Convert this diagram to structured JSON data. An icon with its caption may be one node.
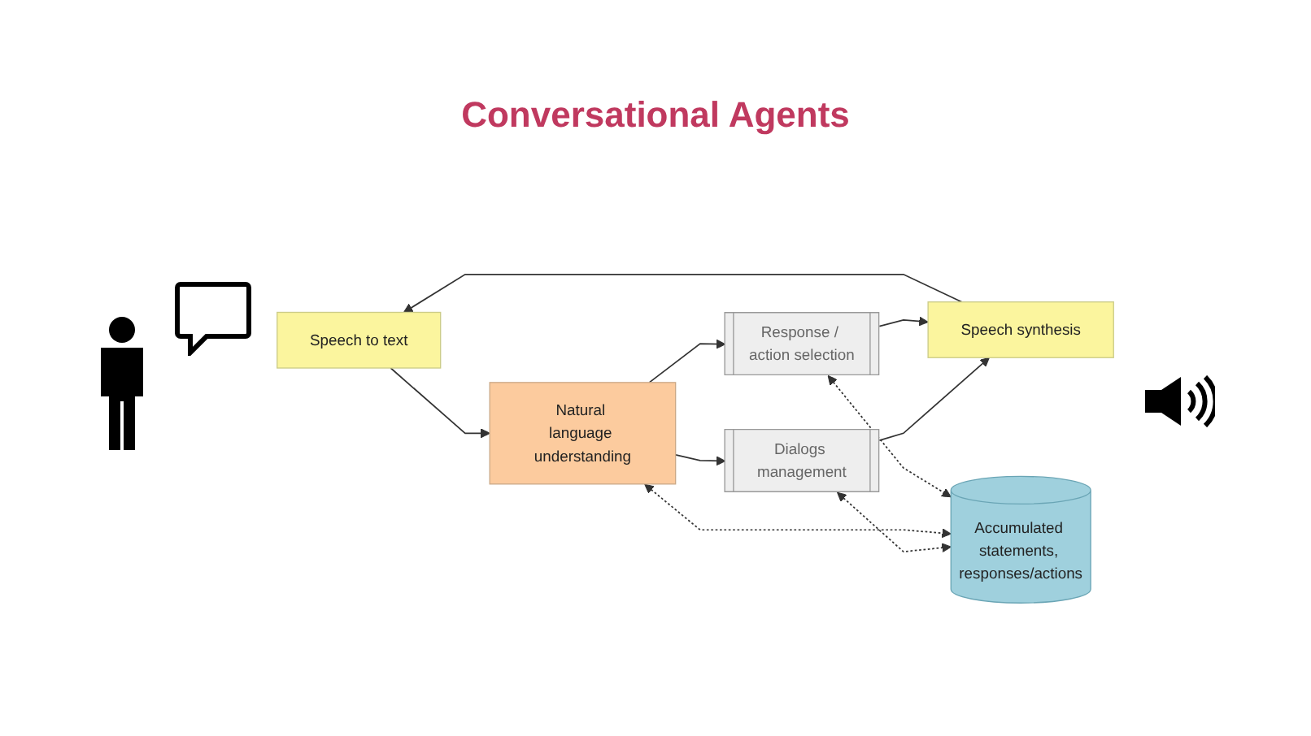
{
  "diagram": {
    "title": "Conversational Agents",
    "nodes": [
      {
        "text": [
          "Dialogs management"
        ]
      },
      {
        "text": [
          "Speech to text"
        ]
      },
      {
        "text": [
          "Natural language understanding"
        ]
      },
      {
        "text": [
          "Speech synthesis"
        ]
      },
      {
        "text": [
          "Response / action selection"
        ]
      },
      {
        "text": [
          "Accumulated statements, responses/actions"
        ]
      }
    ],
    "edges": [
      {
        "from": 1,
        "to": 2,
        "arrow": "to"
      },
      {
        "from": 2,
        "to": 0,
        "arrow": "to"
      },
      {
        "from": 0,
        "to": 3,
        "arrow": "to"
      },
      {
        "from": 2,
        "to": 4,
        "arrow": "to"
      },
      {
        "from": 4,
        "to": 3,
        "arrow": "to"
      },
      {
        "from": 3,
        "to": 1,
        "arrow": "to"
      },
      {
        "from": 0,
        "to": 5,
        "arrow": "both",
        "style": "dashed"
      },
      {
        "from": 2,
        "to": 5,
        "arrow": "both",
        "style": "dashed"
      },
      {
        "from": 4,
        "to": 5,
        "arrow": "both",
        "style": "dashed"
      }
    ]
  }
}
